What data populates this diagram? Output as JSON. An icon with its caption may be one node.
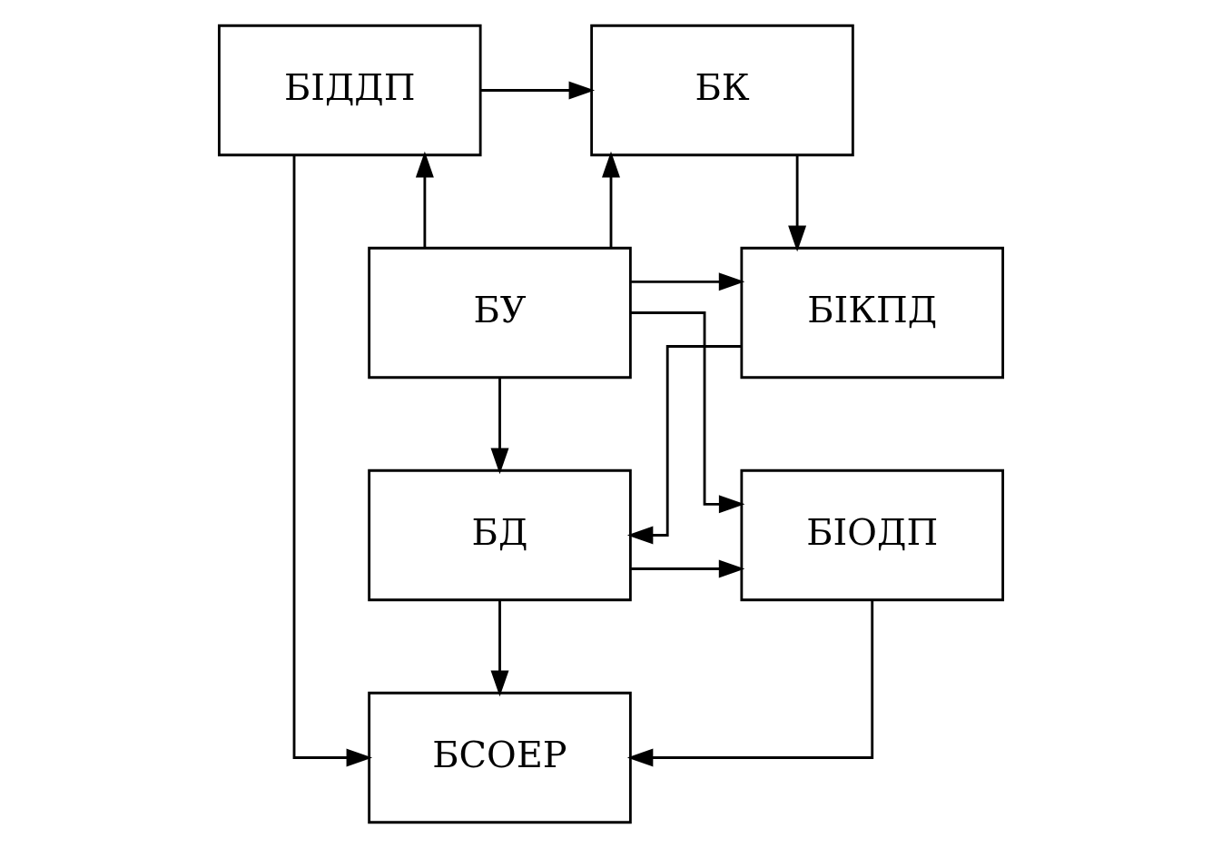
{
  "diagram": {
    "nodes": [
      {
        "text": [
          "БІДДП"
        ]
      },
      {
        "text": [
          "БК"
        ]
      },
      {
        "text": [
          "БУ"
        ]
      },
      {
        "text": [
          "БІКПД"
        ]
      },
      {
        "text": [
          "БІОДП"
        ]
      },
      {
        "text": [
          "БД"
        ]
      },
      {
        "text": [
          "БСОЕР"
        ]
      }
    ],
    "edges": [
      {
        "from": 0,
        "to": 1,
        "arrow": "to"
      },
      {
        "from": 1,
        "to": 3,
        "arrow": "to"
      },
      {
        "from": 2,
        "to": 1,
        "arrow": "to"
      },
      {
        "from": 2,
        "to": 0,
        "arrow": "to"
      },
      {
        "from": 2,
        "to": 3,
        "arrow": "to"
      },
      {
        "from": 2,
        "to": 5,
        "arrow": "to"
      },
      {
        "from": 2,
        "to": 4,
        "arrow": "to"
      },
      {
        "from": 3,
        "to": 5,
        "arrow": "to"
      },
      {
        "from": 5,
        "to": 4,
        "arrow": "to"
      },
      {
        "from": 4,
        "to": 6,
        "arrow": "to"
      },
      {
        "from": 5,
        "to": 6,
        "arrow": "to"
      },
      {
        "from": 0,
        "to": 6,
        "arrow": "to"
      }
    ]
  }
}
